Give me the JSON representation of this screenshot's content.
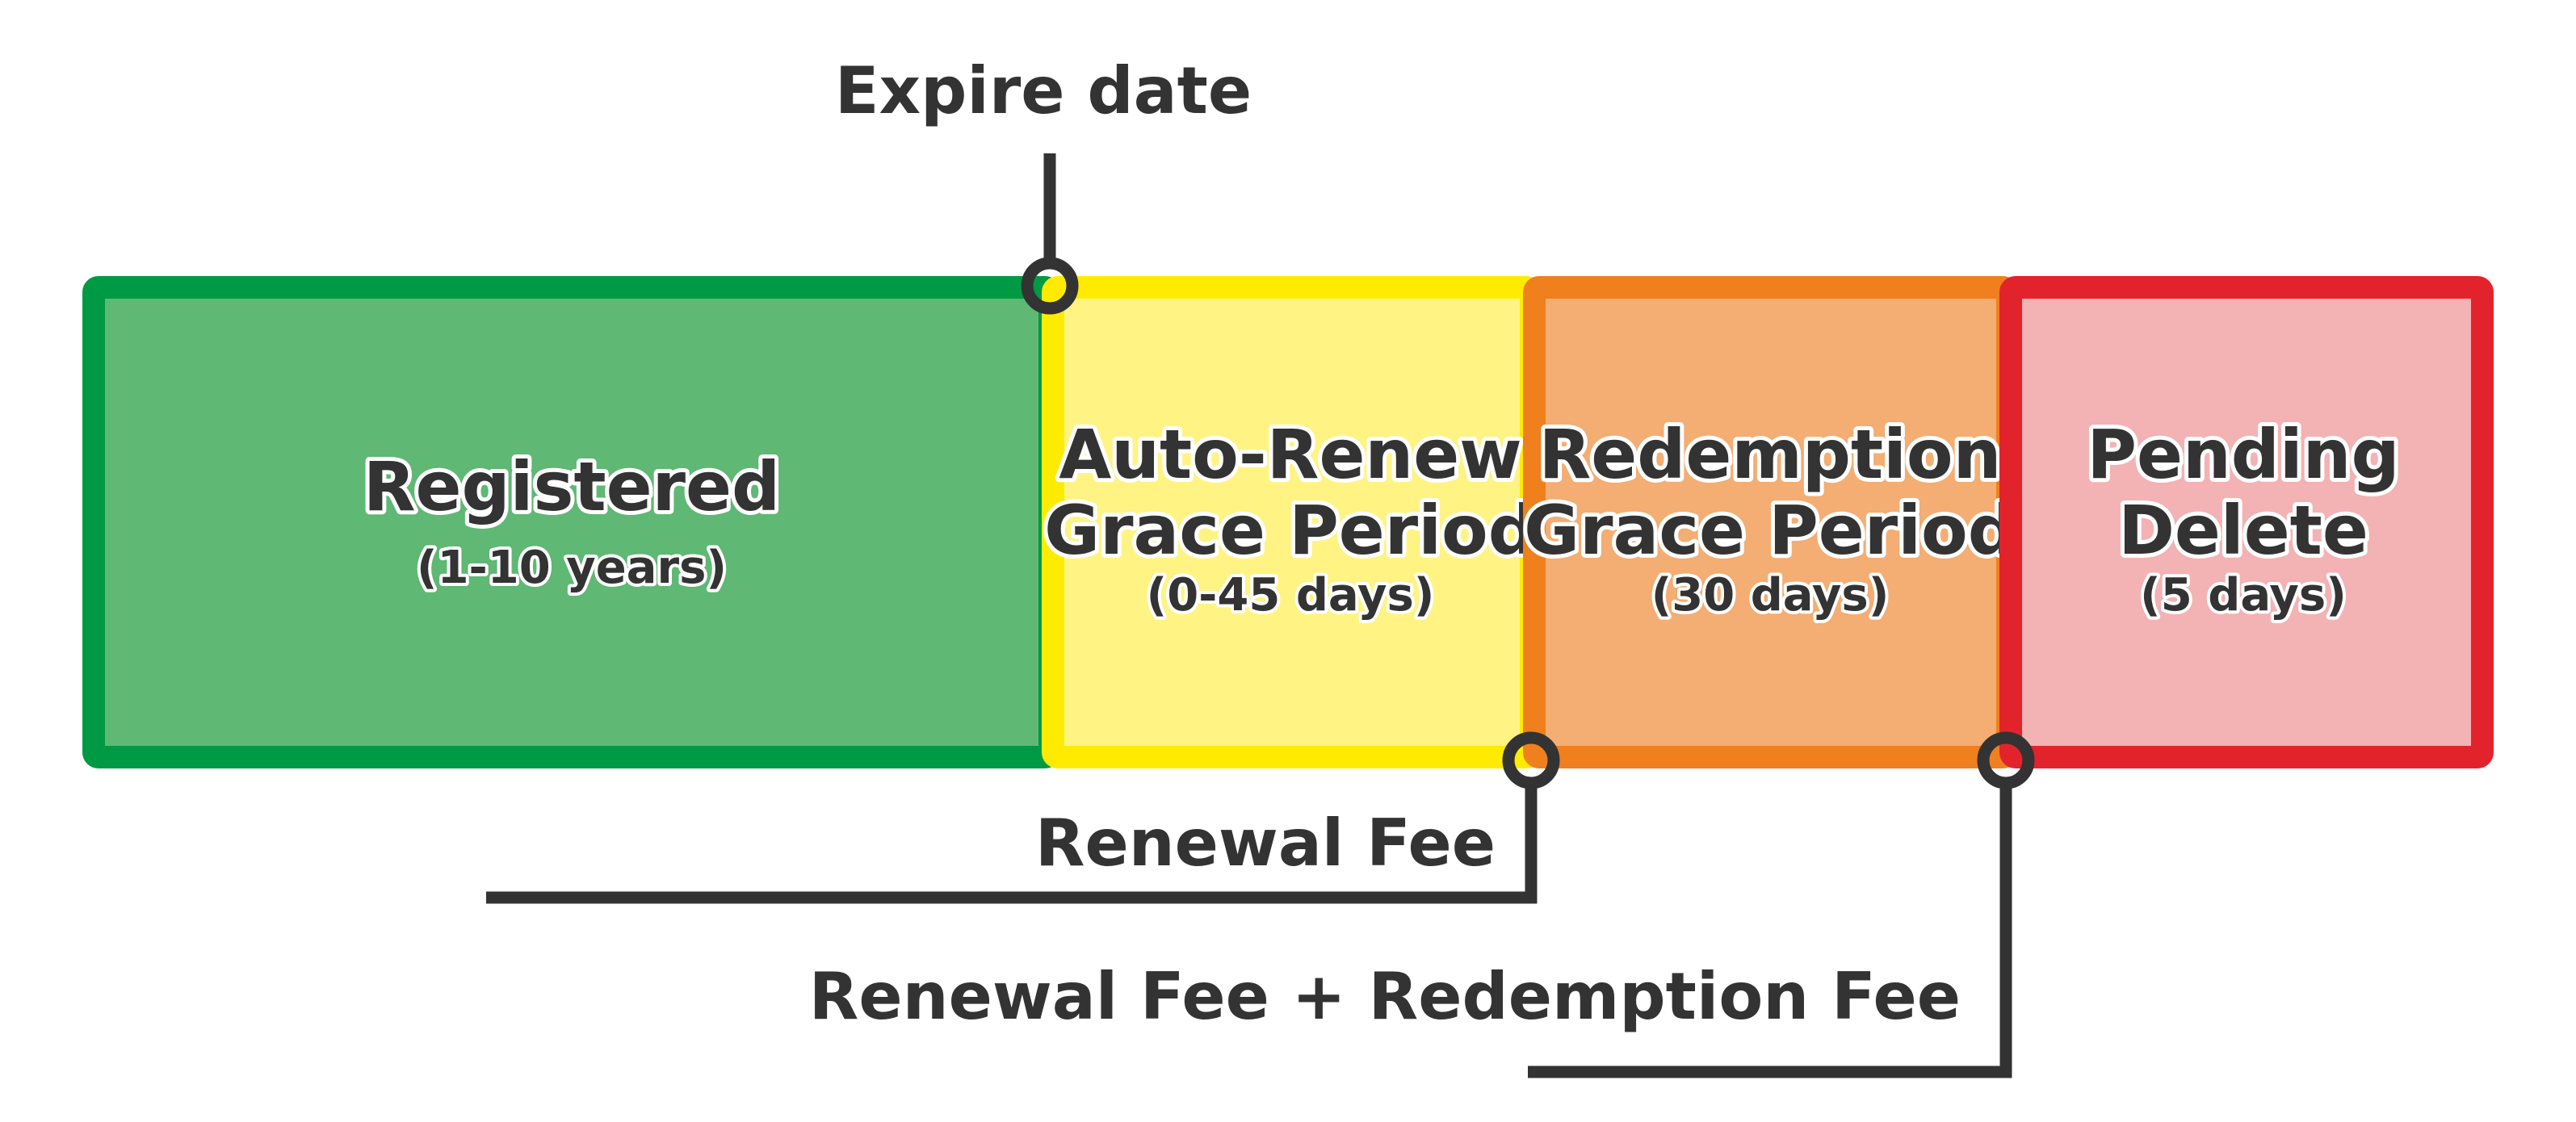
{
  "stages": [
    {
      "title_lines": [
        "Registered"
      ],
      "subtitle": "(1-10 years)",
      "border_color": "#009a44",
      "fill_color": "#5fb874"
    },
    {
      "title_lines": [
        "Auto-Renew",
        "Grace Period"
      ],
      "subtitle": "(0-45 days)",
      "border_color": "#ffeb00",
      "fill_color": "#fff384"
    },
    {
      "title_lines": [
        "Redemption",
        "Grace Period"
      ],
      "subtitle": "(30 days)",
      "border_color": "#f07f1e",
      "fill_color": "#f4ad72"
    },
    {
      "title_lines": [
        "Pending",
        "Delete"
      ],
      "subtitle": "(5 days)",
      "border_color": "#e3232b",
      "fill_color": "#f3b2b4"
    }
  ],
  "callouts": {
    "expire_date": "Expire date",
    "renewal_fee": "Renewal Fee",
    "renewal_plus_redemption_fee": "Renewal Fee + Redemption Fee"
  },
  "connector_color": "#333333"
}
